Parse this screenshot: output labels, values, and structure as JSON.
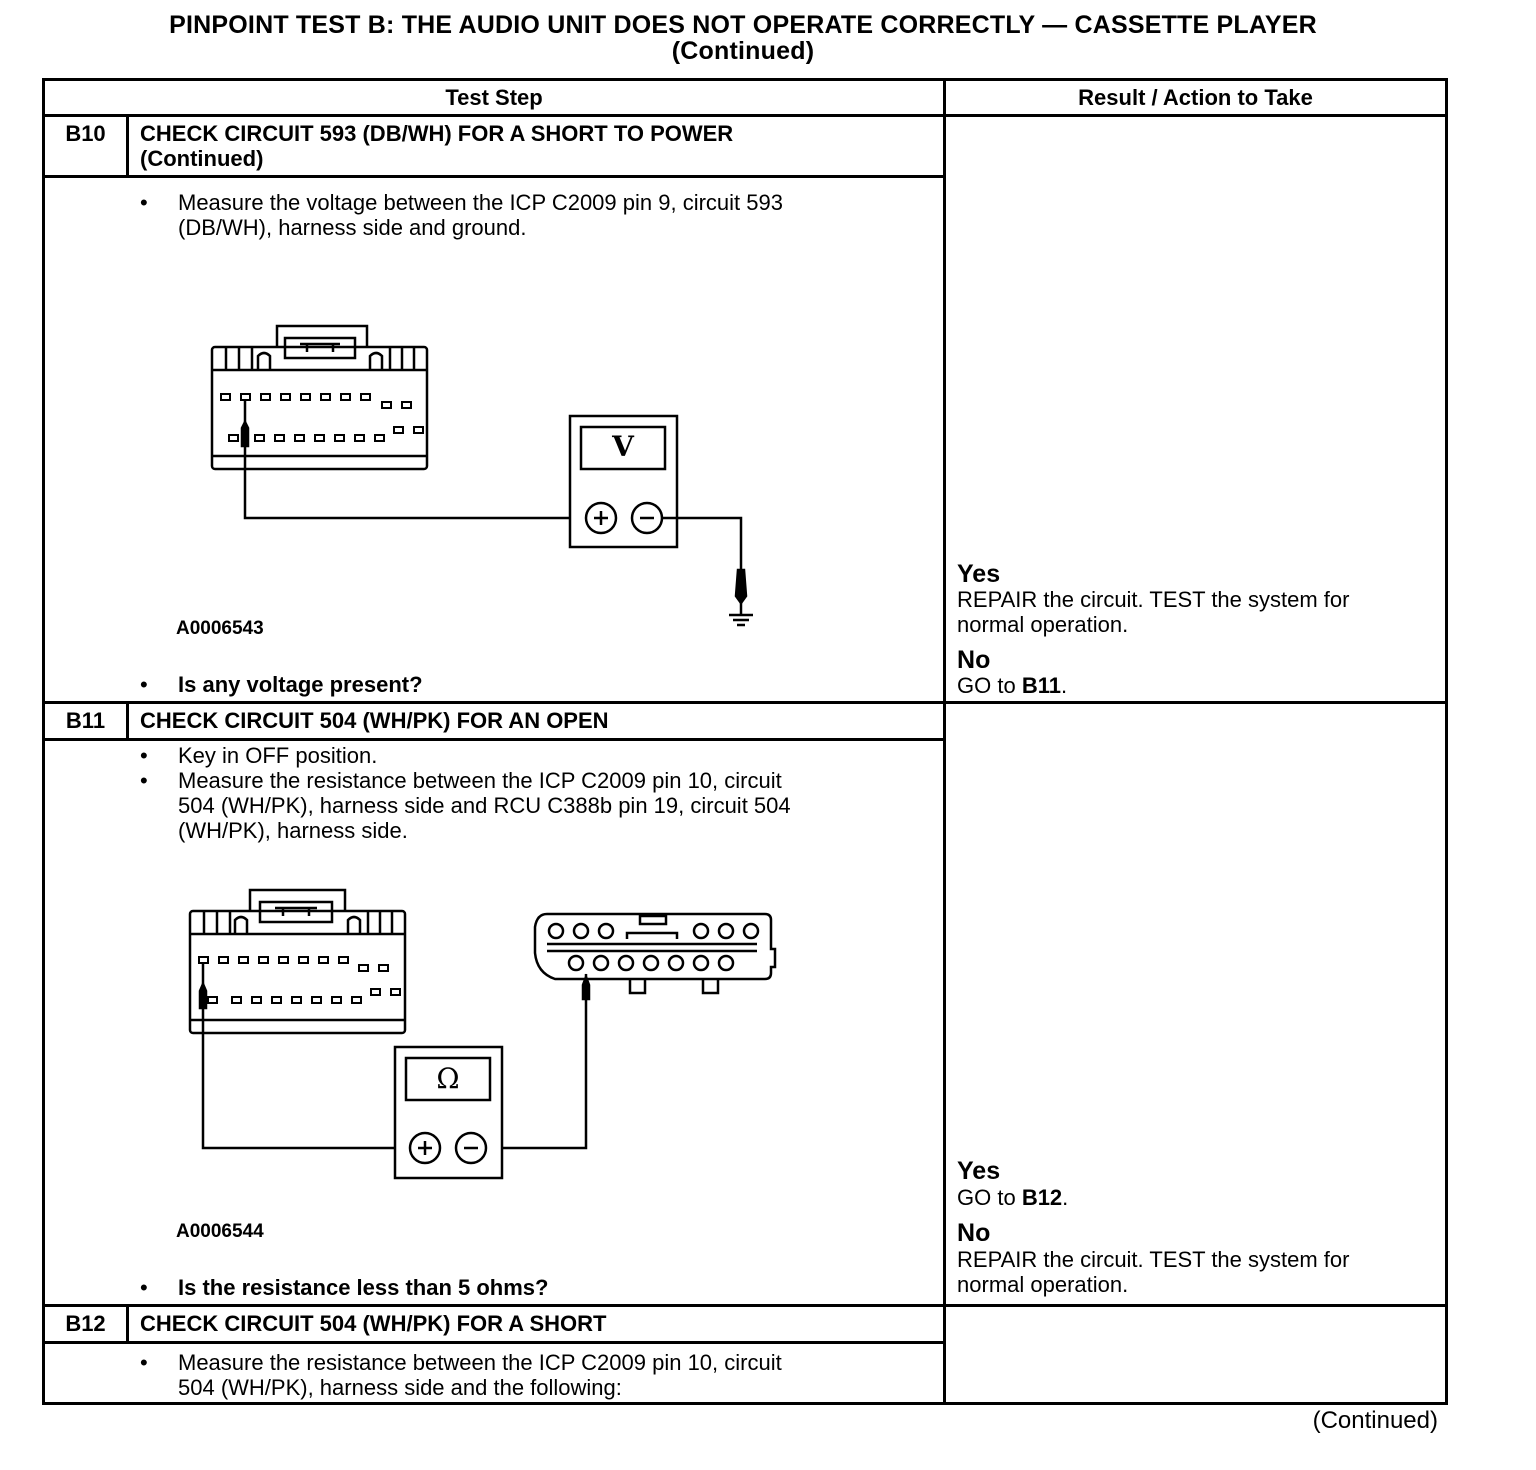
{
  "title": {
    "line1": "PINPOINT TEST  B: THE AUDIO UNIT DOES NOT OPERATE CORRECTLY — CASSETTE PLAYER",
    "line2": "(Continued)"
  },
  "table": {
    "headers": {
      "test_step": "Test Step",
      "result": "Result / Action to Take"
    },
    "steps": [
      {
        "id": "B10",
        "title_line1": "CHECK CIRCUIT 593 (DB/WH) FOR A SHORT TO POWER",
        "title_line2": "(Continued)",
        "bullet_sym": "•",
        "bullets": [
          {
            "lines": [
              "Measure the voltage between the ICP C2009 pin 9, circuit 593",
              "(DB/WH), harness side and ground."
            ]
          }
        ],
        "meter_symbol": "V",
        "figure_id": "A0006543",
        "question": "Is any voltage present?",
        "results": {
          "yes_label": "Yes",
          "yes_line1": "REPAIR the circuit. TEST the system for",
          "yes_line2": "normal operation.",
          "no_label": "No",
          "no_text": "GO to ",
          "no_ref": "B11",
          "no_end": "."
        }
      },
      {
        "id": "B11",
        "title_line1": "CHECK CIRCUIT 504 (WH/PK) FOR AN OPEN",
        "bullet_sym": "•",
        "bullets": [
          {
            "lines": [
              "Key in OFF position."
            ]
          },
          {
            "lines": [
              "Measure the resistance between the ICP C2009 pin 10, circuit",
              "504 (WH/PK), harness side and RCU C388b pin 19, circuit 504",
              "(WH/PK), harness side."
            ]
          }
        ],
        "meter_symbol": "Ω",
        "figure_id": "A0006544",
        "question": "Is the resistance less than 5 ohms?",
        "results": {
          "yes_label": "Yes",
          "yes_text": "GO to ",
          "yes_ref": "B12",
          "yes_end": ".",
          "no_label": "No",
          "no_line1": "REPAIR the circuit. TEST the system for",
          "no_line2": "normal operation."
        }
      },
      {
        "id": "B12",
        "title_line1": "CHECK CIRCUIT 504 (WH/PK) FOR A SHORT",
        "bullet_sym": "•",
        "bullets": [
          {
            "lines": [
              "Measure the resistance between the ICP C2009 pin 10, circuit",
              "504 (WH/PK), harness side and the following:"
            ]
          }
        ]
      }
    ]
  },
  "footer": {
    "continued": "(Continued)"
  }
}
